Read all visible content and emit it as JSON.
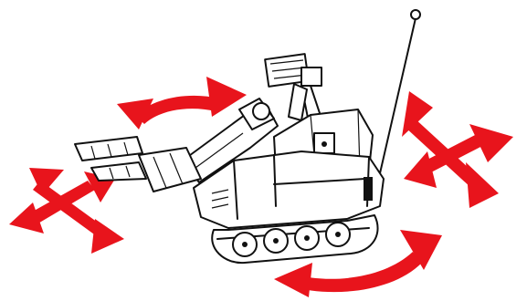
{
  "image": {
    "subject": "robot-vehicle-illustration",
    "colors": {
      "background": "#ffffff",
      "arrows": "#e8141c",
      "line_art": "#111111"
    },
    "arrows": [
      {
        "name": "arrow-top-rotate",
        "kind": "curved-double-headed"
      },
      {
        "name": "arrow-left-cross",
        "kind": "crossed-double-headed"
      },
      {
        "name": "arrow-right-cross",
        "kind": "crossed-double-headed"
      },
      {
        "name": "arrow-bottom-rotate",
        "kind": "curved-double-headed"
      }
    ]
  }
}
